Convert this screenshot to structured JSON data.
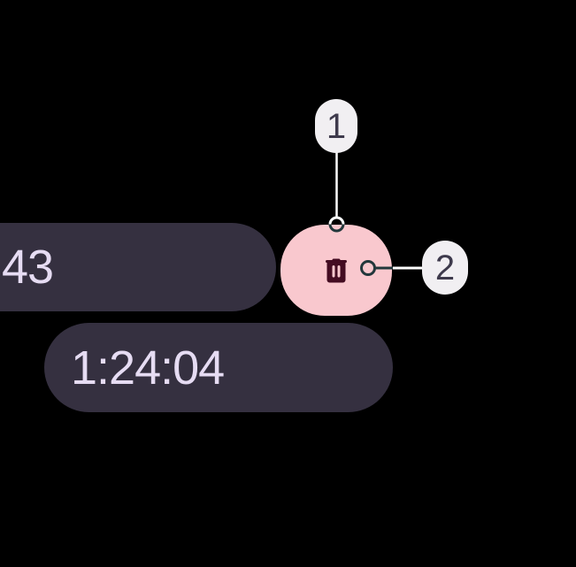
{
  "recorder": {
    "count_chip": {
      "label": "43"
    },
    "timer_chip": {
      "label": "1:24:04"
    },
    "delete_button": {
      "icon": "trash-icon"
    }
  },
  "callouts": [
    {
      "number": "1"
    },
    {
      "number": "2"
    }
  ],
  "colors": {
    "background": "#000000",
    "chip_bg": "#353040",
    "chip_text": "#E6DCF3",
    "button_bg": "#F9C8CE",
    "icon_color": "#440C22",
    "badge_bg": "#F1EFF2",
    "badge_text": "#3E3A4C",
    "connector_dark": "#22373B",
    "connector_light": "#FDFDFD"
  }
}
